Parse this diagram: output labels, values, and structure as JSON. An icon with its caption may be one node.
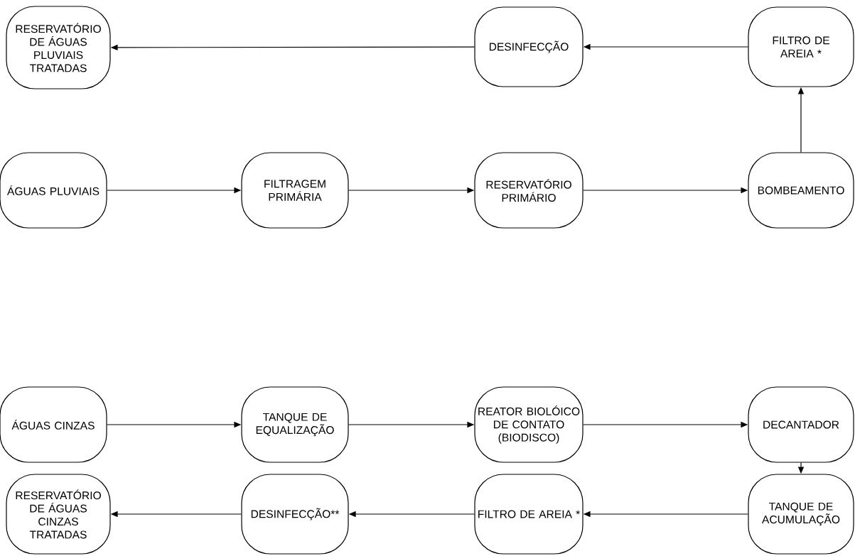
{
  "diagram": {
    "nodes": [
      {
        "text": [
          "RESERVATÓRIO DE ÁGUAS PLUVIAIS TRATADAS"
        ]
      },
      {
        "text": [
          "DESINFECÇÃO"
        ]
      },
      {
        "text": [
          "FILTRO DE AREIA *"
        ]
      },
      {
        "text": [
          "ÁGUAS PLUVIAIS"
        ]
      },
      {
        "text": [
          "FILTRAGEM PRIMÁRIA"
        ]
      },
      {
        "text": [
          "RESERVATÓRIO PRIMÁRIO"
        ]
      },
      {
        "text": [
          "BOMBEAMENTO"
        ]
      },
      {
        "text": [
          "ÁGUAS CINZAS"
        ]
      },
      {
        "text": [
          "TANQUE DE EQUALIZAÇÃO"
        ]
      },
      {
        "text": [
          "REATOR BIOLÓICO DE CONTATO (BIODISCO)"
        ]
      },
      {
        "text": [
          "DECANTADOR"
        ]
      },
      {
        "text": [
          "RESERVATÓRIO DE ÁGUAS CINZAS TRATADAS"
        ]
      },
      {
        "text": [
          "DESINFECÇÃO**"
        ]
      },
      {
        "text": [
          "FILTRO DE AREIA *"
        ]
      },
      {
        "text": [
          "TANQUE DE ACUMULAÇÃO"
        ]
      }
    ],
    "edges": [
      {
        "from": 3,
        "to": 4,
        "arrow": "to"
      },
      {
        "from": 4,
        "to": 5,
        "arrow": "to"
      },
      {
        "from": 5,
        "to": 6,
        "arrow": "to"
      },
      {
        "from": 6,
        "to": 2,
        "arrow": "to"
      },
      {
        "from": 2,
        "to": 1,
        "arrow": "to"
      },
      {
        "from": 1,
        "to": 0,
        "arrow": "to"
      },
      {
        "from": 7,
        "to": 8,
        "arrow": "to"
      },
      {
        "from": 8,
        "to": 9,
        "arrow": "to"
      },
      {
        "from": 9,
        "to": 10,
        "arrow": "to"
      },
      {
        "from": 10,
        "to": 14,
        "arrow": "to"
      },
      {
        "from": 14,
        "to": 13,
        "arrow": "to"
      },
      {
        "from": 13,
        "to": 12,
        "arrow": "to"
      },
      {
        "from": 12,
        "to": 11,
        "arrow": "to"
      }
    ]
  }
}
